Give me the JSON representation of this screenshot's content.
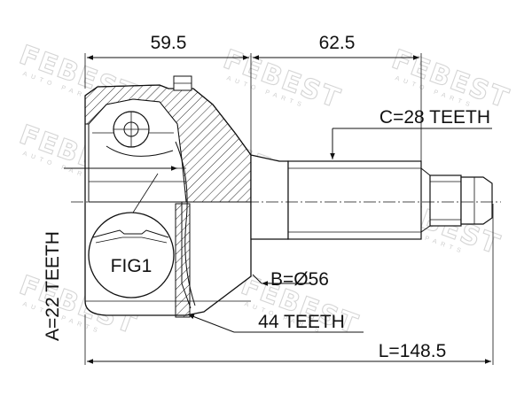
{
  "dimensions": {
    "left_length": "59.5",
    "right_length": "62.5",
    "total_length": "L=148.5",
    "outer_diameter": "B=Ø56"
  },
  "callouts": {
    "spline_c": "C=28 TEETH",
    "spline_a": "A=22 TEETH",
    "abs_ring": "44 TEETH",
    "fig": "FIG1"
  },
  "watermark": {
    "brand": "FEBEST",
    "sub": "AUTO PARTS"
  }
}
